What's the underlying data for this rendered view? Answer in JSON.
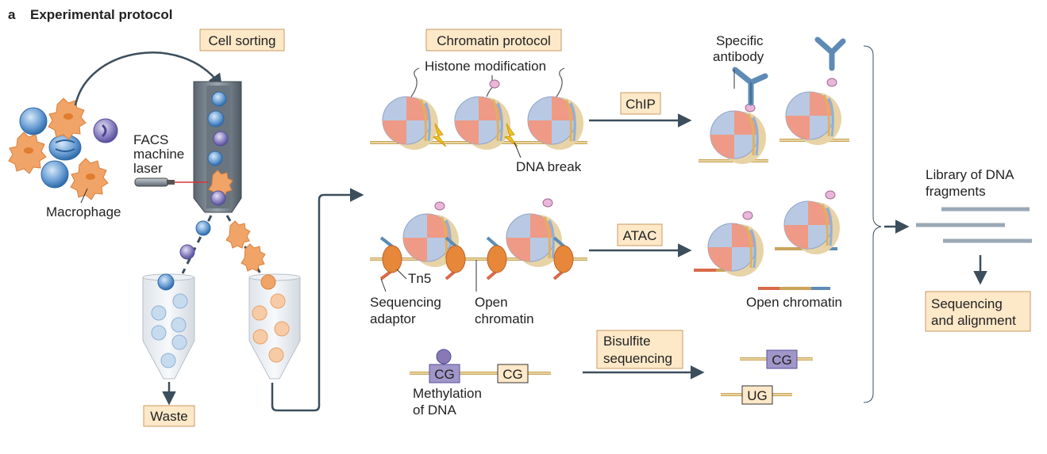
{
  "panel": {
    "letter": "a",
    "title": "Experimental protocol"
  },
  "boxes": {
    "cell_sorting": "Cell sorting",
    "chromatin_protocol": "Chromatin protocol",
    "chip": "ChIP",
    "atac": "ATAC",
    "bisulfite_line1": "Bisulfite",
    "bisulfite_line2": "sequencing",
    "waste": "Waste",
    "seq_align_line1": "Sequencing",
    "seq_align_line2": "and alignment",
    "cg1": "CG",
    "cg2": "CG",
    "cg3": "CG",
    "ug": "UG"
  },
  "labels": {
    "facs_line1": "FACS",
    "facs_line2": "machine",
    "facs_line3": "laser",
    "macrophage": "Macrophage",
    "histone_modification": "Histone modification",
    "specific_antibody_line1": "Specific",
    "specific_antibody_line2": "antibody",
    "dna_break": "DNA break",
    "tn5": "Tn5",
    "sequencing_adaptor_line1": "Sequencing",
    "sequencing_adaptor_line2": "adaptor",
    "open_chromatin_line1": "Open",
    "open_chromatin_line2": "chromatin",
    "open_chromatin_right": "Open chromatin",
    "library_line1": "Library of DNA",
    "library_line2": "fragments",
    "methylation_line1": "Methylation",
    "methylation_line2": "of DNA"
  },
  "colors": {
    "box_fill": "#fde8c8",
    "box_stroke": "#c99a63",
    "arrow": "#3c4e5c",
    "dna_strand": "#c9a45a",
    "nucleosome_pink": "#ee9a86",
    "nucleosome_blue": "#b9c9e3",
    "tn5": "#e6873a",
    "antibody": "#5d8bb5",
    "macrophage": "#f0a468",
    "blue_cell": "#4a86c5",
    "methyl_purple": "#8878b6",
    "fragment_grey": "#9aa8b6"
  }
}
